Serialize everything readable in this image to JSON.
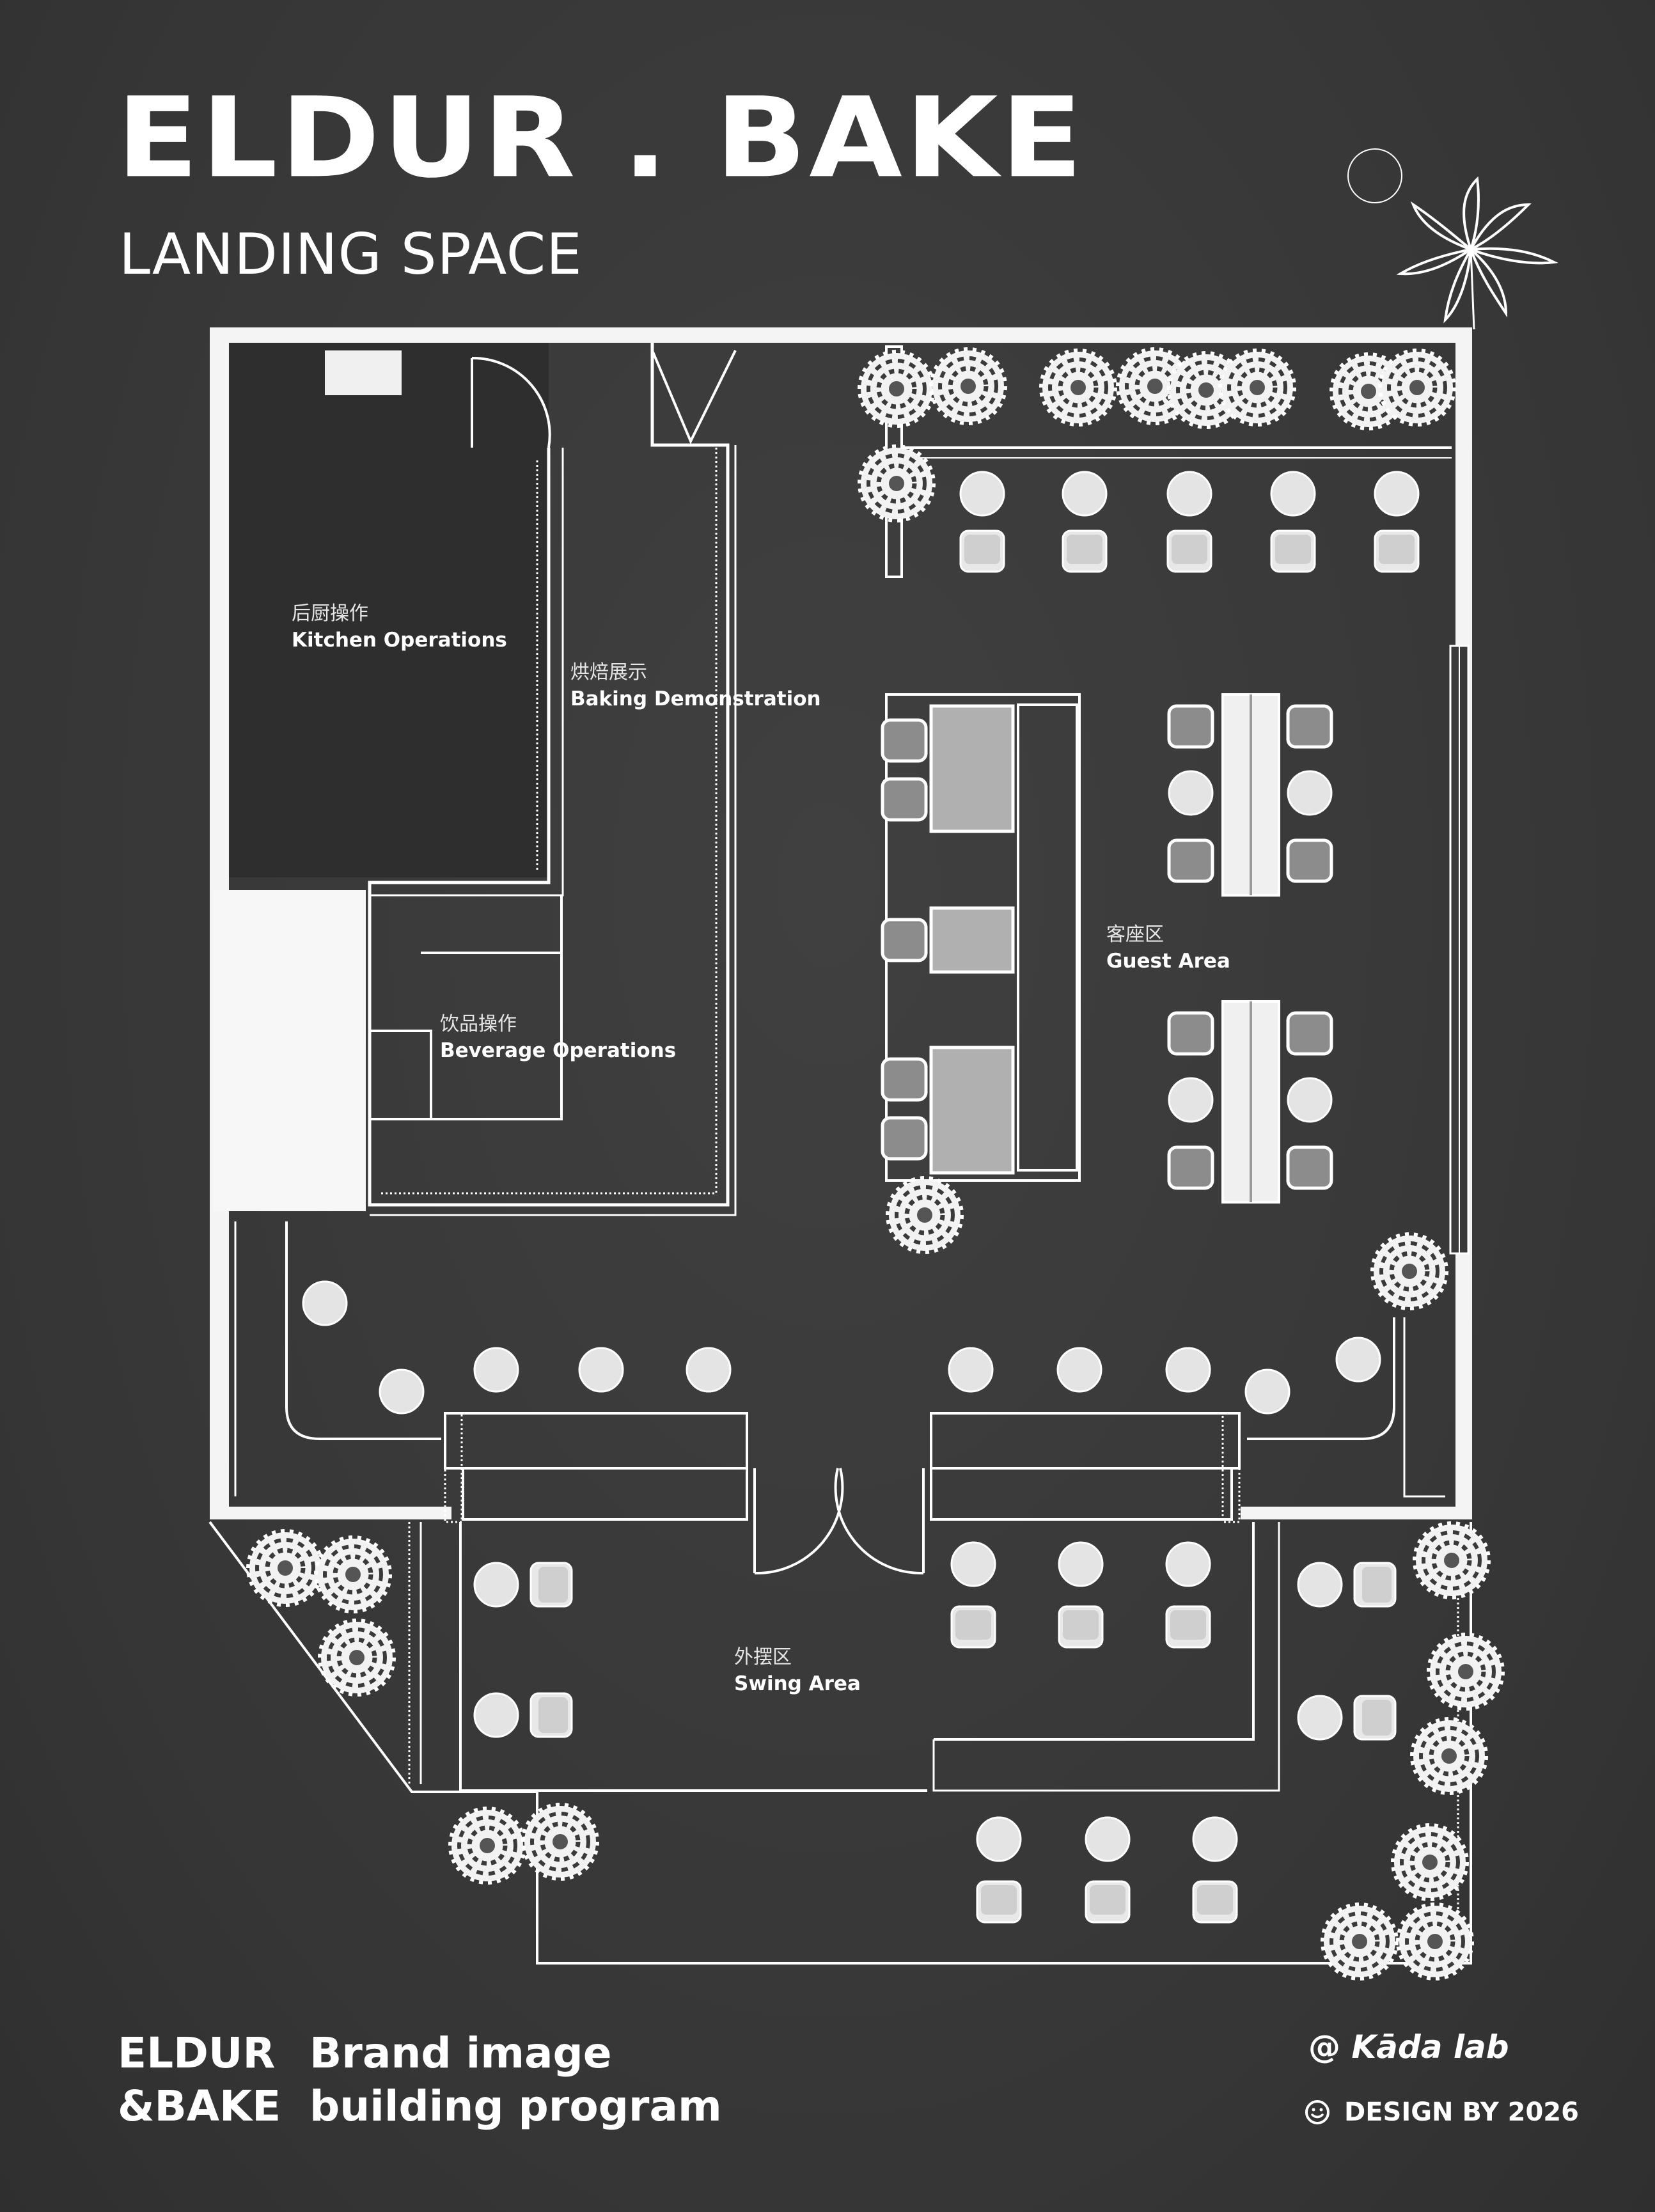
{
  "header": {
    "title": "ELDUR . BAKE",
    "subtitle": "LANDING SPACE"
  },
  "zones": {
    "kitchen": {
      "cn": "后厨操作",
      "en": "Kitchen Operations"
    },
    "baking": {
      "cn": "烘焙展示",
      "en": "Baking Demonstration"
    },
    "beverage": {
      "cn": "饮品操作",
      "en": "Beverage Operations"
    },
    "guest": {
      "cn": "客座区",
      "en": "Guest Area"
    },
    "swing": {
      "cn": "外摆区",
      "en": "Swing Area"
    }
  },
  "footer": {
    "brand_line1": "ELDUR",
    "brand_line2": "&BAKE",
    "program_line1": "Brand image",
    "program_line2": "building program",
    "credit_at": "@",
    "credit_name": "Kāda lab",
    "design_by": "DESIGN BY 2026"
  },
  "icons": {
    "decoration": "starburst-flower-icon",
    "design_mark": "smile-icon",
    "trees": "shrub-icon"
  },
  "colors": {
    "background": "#3a3a3a",
    "wall": "#ffffff",
    "floor": "#333333",
    "table": "#a8a8a8"
  }
}
